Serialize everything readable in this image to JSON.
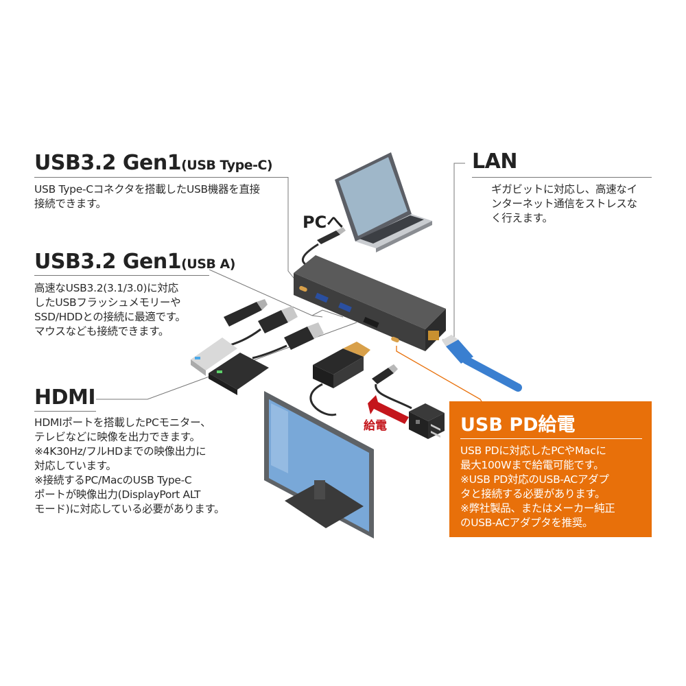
{
  "usb_c": {
    "title": "USB3.2 Gen1",
    "subtitle": "(USB Type-C)",
    "body": "USB Type-Cコネクタを搭載したUSB機器を直接\n接続できます。"
  },
  "usb_a": {
    "title": "USB3.2 Gen1",
    "subtitle": "(USB A)",
    "body": "高速なUSB3.2(3.1/3.0)に対応\nしたUSBフラッシュメモリーや\nSSD/HDDとの接続に最適です。\nマウスなども接続できます。"
  },
  "hdmi": {
    "title": "HDMI",
    "body": "HDMIポートを搭載したPCモニター、\nテレビなどに映像を出力できます。\n※4K30Hz/フルHDまでの映像出力に\n対応しています。\n※接続するPC/MacのUSB Type-C\nポートが映像出力(DisplayPort ALT\nモード)に対応している必要があります。"
  },
  "lan": {
    "title": "LAN",
    "body": "ギガビットに対応し、高速なイ\nンターネット通信をストレスな\nく行えます。"
  },
  "usb_pd": {
    "title": "USB PD給電",
    "body": "USB PDに対応したPCやMacに\n最大100Wまで給電可能です。\n※USB PD対応のUSB-ACアダプ\nタと接続する必要があります。\n※弊社製品、またはメーカー純正\nのUSB-ACアダプタを推奨。",
    "box_color": "#e8700a"
  },
  "labels": {
    "to_pc": "PCへ",
    "power_feed": "給電"
  },
  "colors": {
    "hub": "#4a4a4a",
    "lan_cable": "#3a7fd0",
    "power_arrow": "#c4161c",
    "pd_line": "#e8700a"
  }
}
